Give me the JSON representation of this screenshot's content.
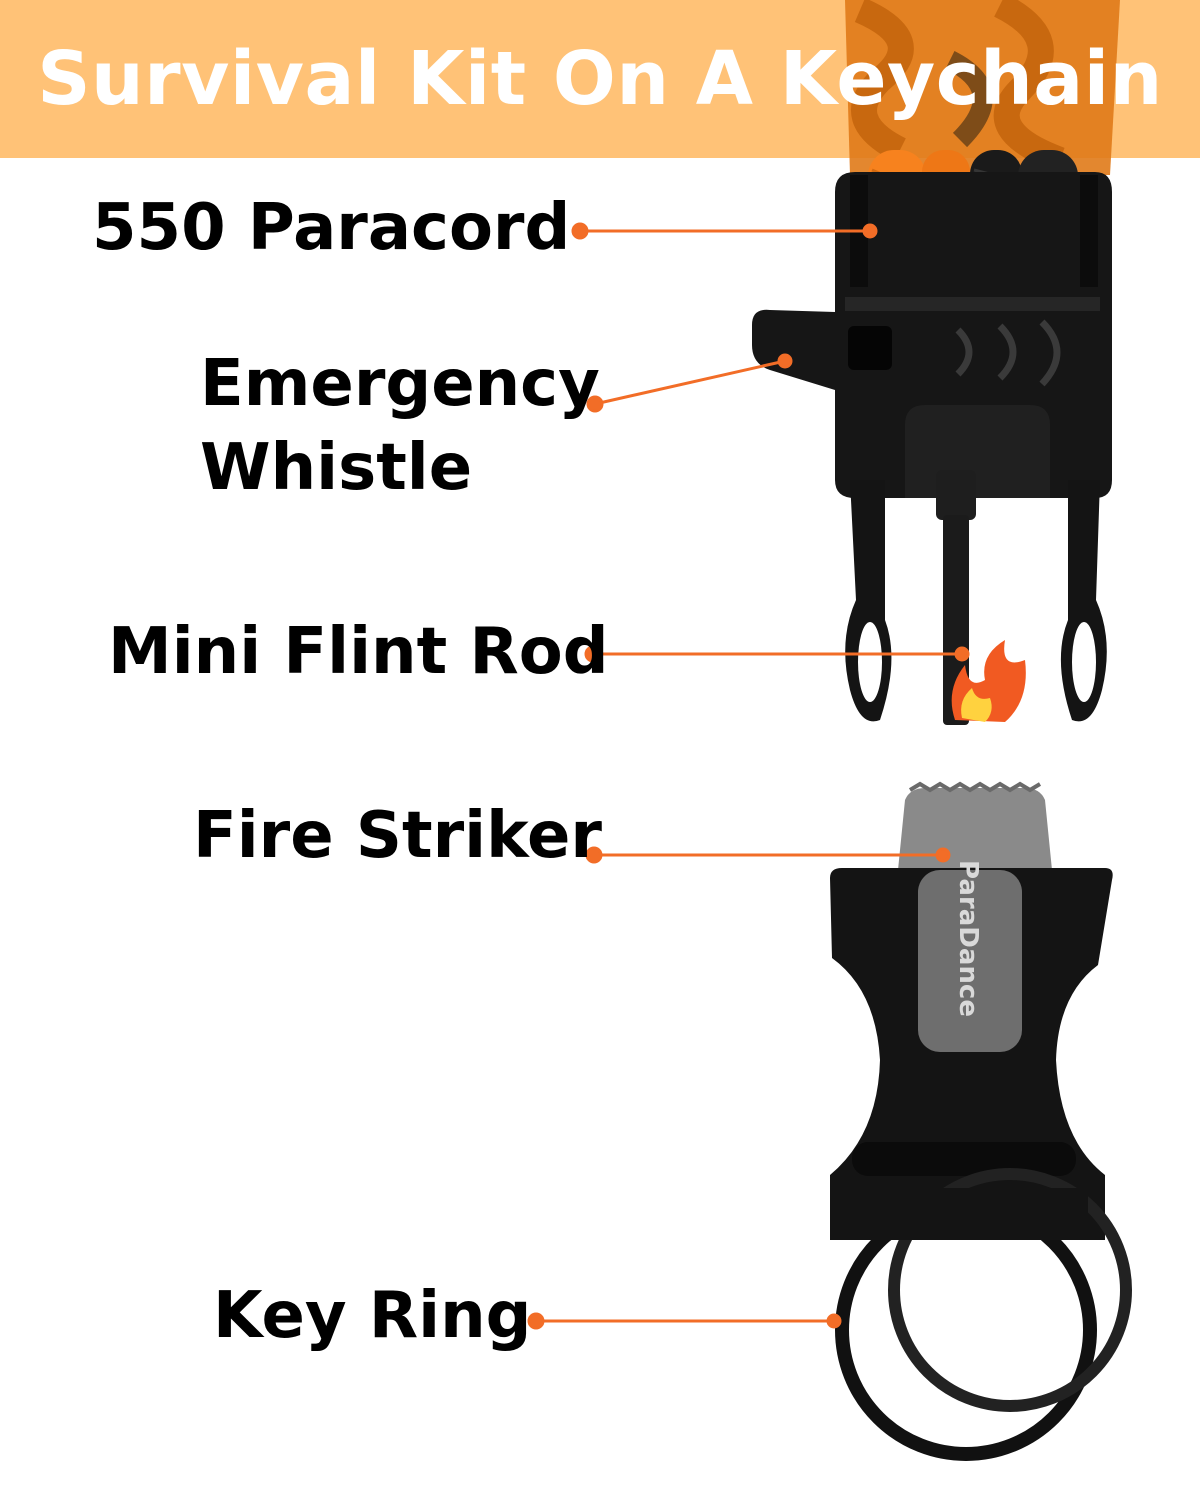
{
  "colors": {
    "banner": "#ffc277",
    "accent": "#f26d27",
    "paracord_orange": "#f7821e",
    "plastic": "#161616",
    "steel": "#6e6e6e"
  },
  "header": {
    "title": "Survival Kit On A Keychain"
  },
  "callouts": [
    {
      "id": "paracord",
      "label": "550 Paracord"
    },
    {
      "id": "whistle",
      "label_line1": "Emergency",
      "label_line2": "Whistle"
    },
    {
      "id": "flint",
      "label": "Mini Flint Rod"
    },
    {
      "id": "striker",
      "label": "Fire Striker"
    },
    {
      "id": "ring",
      "label": "Key Ring"
    }
  ],
  "product": {
    "brand_text": "ParaDance",
    "icons": [
      "paracord-icon",
      "whistle-icon",
      "flint-rod-icon",
      "flame-icon",
      "fire-striker-icon",
      "key-ring-icon"
    ]
  }
}
